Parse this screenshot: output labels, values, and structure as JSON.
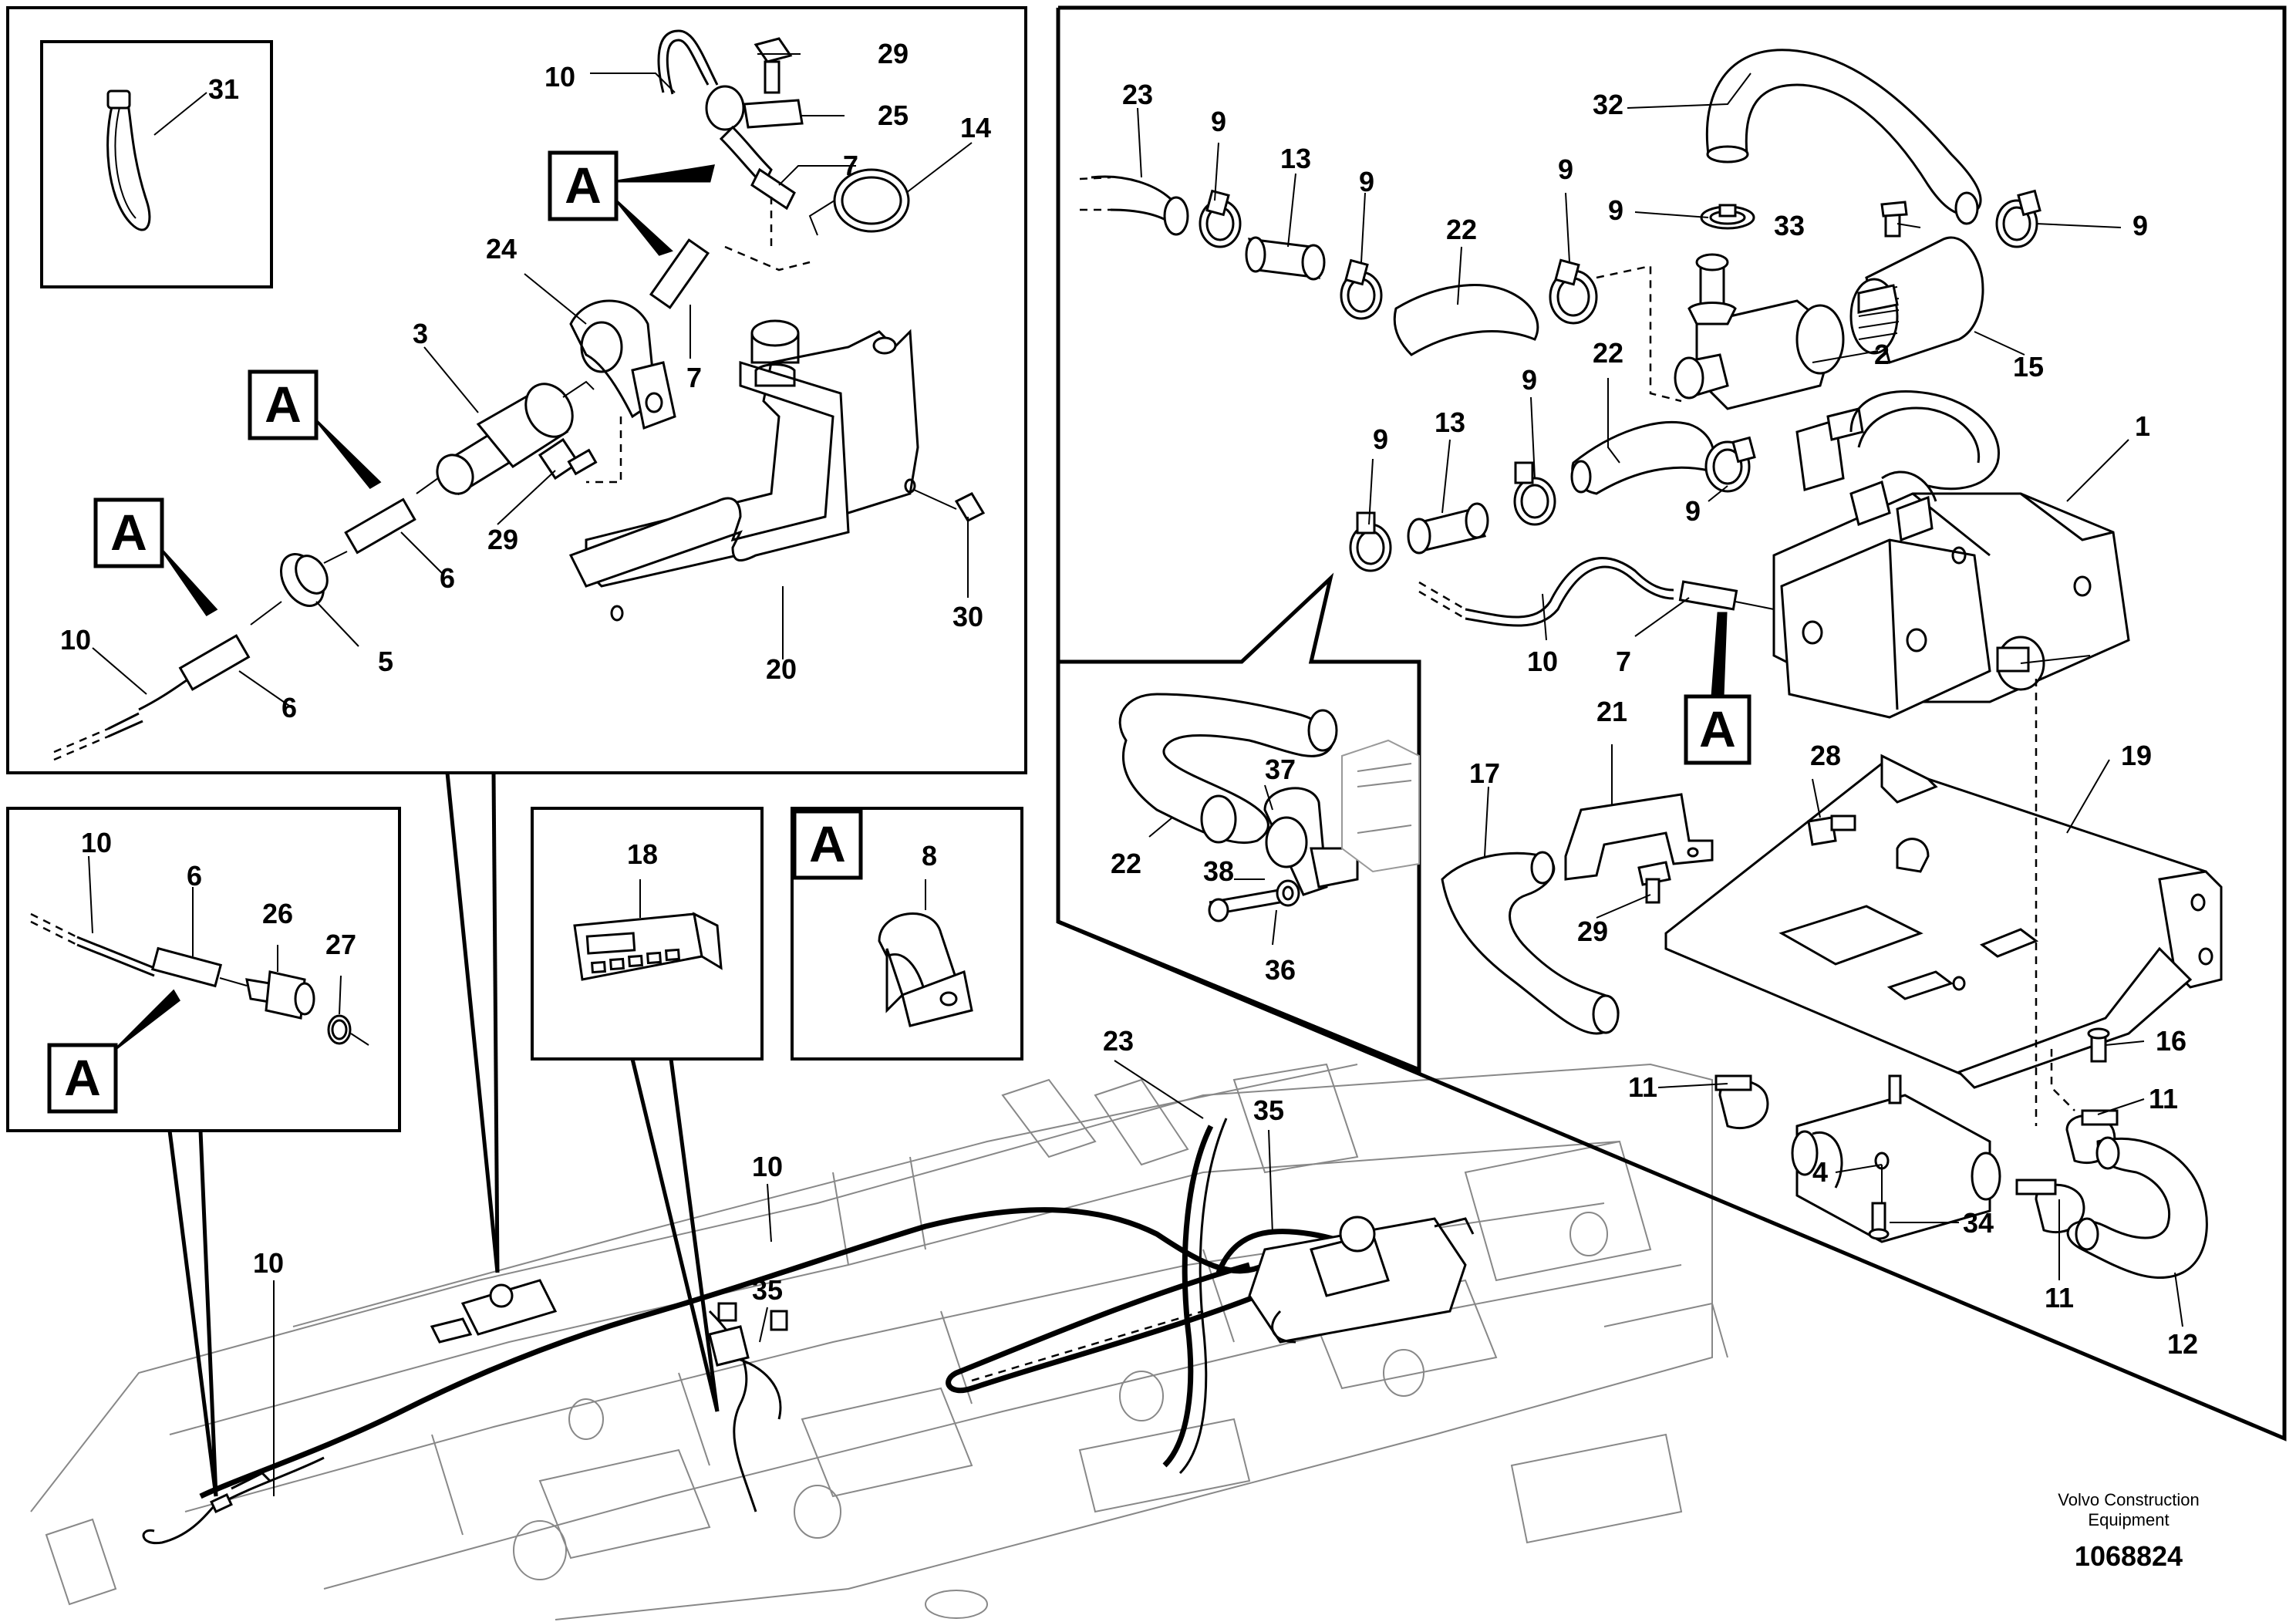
{
  "detail_marker": "A",
  "callouts": {
    "p1": "1",
    "p2": "2",
    "p3": "3",
    "p4": "4",
    "p5": "5",
    "p6a": "6",
    "p6b": "6",
    "p6c": "6",
    "p7a": "7",
    "p7b": "7",
    "p7c": "7",
    "p8": "8",
    "p9a": "9",
    "p9b": "9",
    "p9c": "9",
    "p9d": "9",
    "p9e": "9",
    "p9f": "9",
    "p9g": "9",
    "p9h": "9",
    "p10a": "10",
    "p10b": "10",
    "p10c": "10",
    "p10d": "10",
    "p10e": "10",
    "p10f": "10",
    "p11a": "11",
    "p11b": "11",
    "p11c": "11",
    "p12": "12",
    "p13a": "13",
    "p13b": "13",
    "p14": "14",
    "p15": "15",
    "p16": "16",
    "p17": "17",
    "p18": "18",
    "p19": "19",
    "p20": "20",
    "p21": "21",
    "p22a": "22",
    "p22b": "22",
    "p22c": "22",
    "p23a": "23",
    "p23b": "23",
    "p24": "24",
    "p25": "25",
    "p26": "26",
    "p27": "27",
    "p28": "28",
    "p29a": "29",
    "p29b": "29",
    "p29c": "29",
    "p30": "30",
    "p31": "31",
    "p32": "32",
    "p33": "33",
    "p34": "34",
    "p35a": "35",
    "p35b": "35",
    "p36": "36",
    "p37": "37",
    "p38": "38"
  },
  "footer": {
    "brand_line1": "Volvo Construction",
    "brand_line2": "Equipment",
    "drawing_number": "1068824"
  }
}
